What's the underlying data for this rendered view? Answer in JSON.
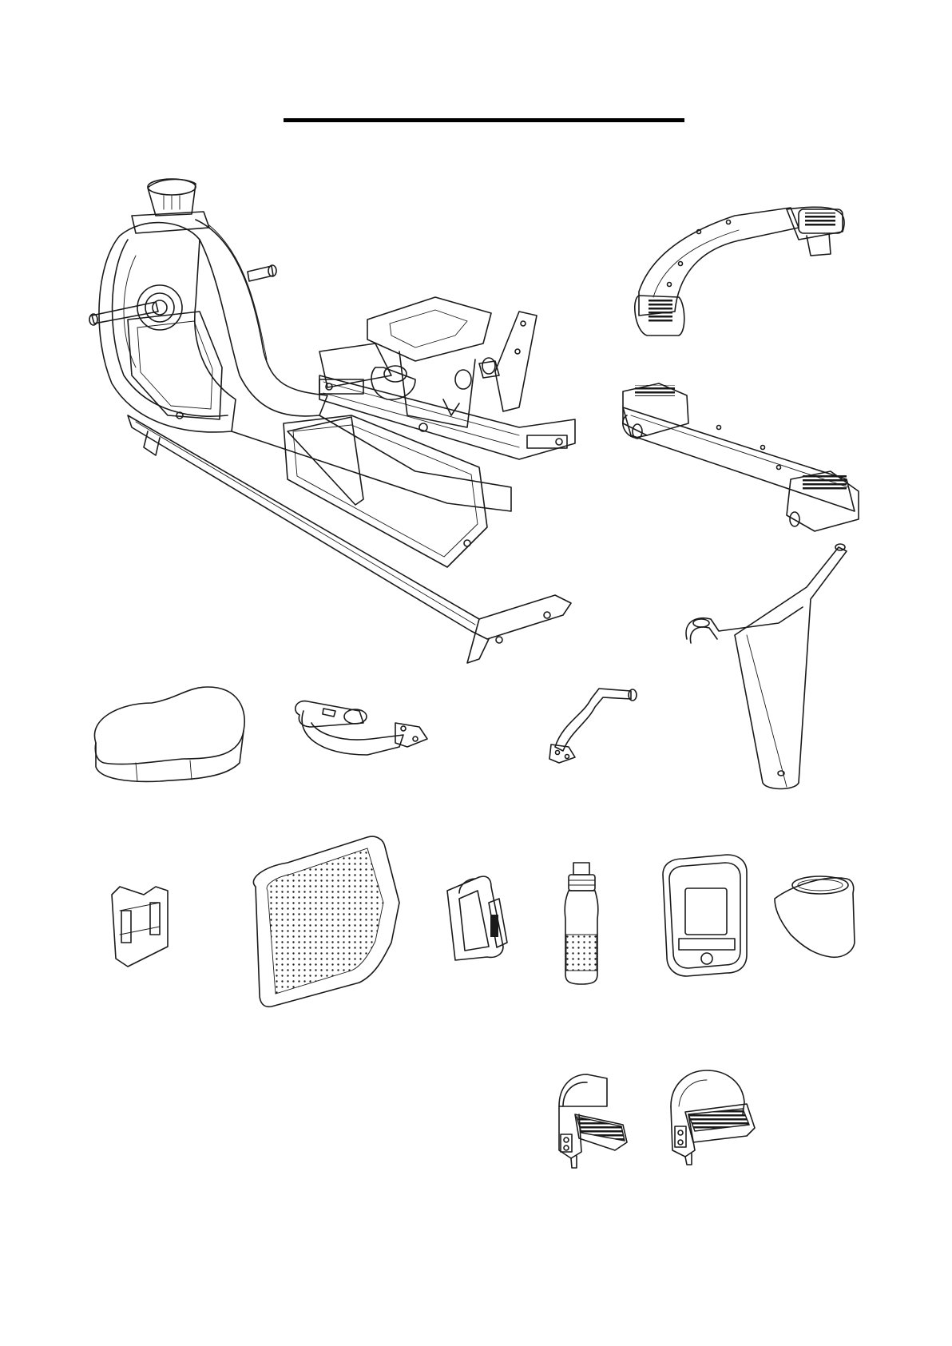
{
  "page": {
    "title": "",
    "background": "#ffffff",
    "line_color": "#1a1a1a"
  },
  "parts": [
    {
      "id": "main-frame",
      "label": ""
    },
    {
      "id": "front-handlebar",
      "label": ""
    },
    {
      "id": "base-stabilizer",
      "label": ""
    },
    {
      "id": "seat-post-assembly",
      "label": ""
    },
    {
      "id": "seat-cushion",
      "label": ""
    },
    {
      "id": "side-handle",
      "label": ""
    },
    {
      "id": "crank-handle",
      "label": ""
    },
    {
      "id": "backrest-bracket",
      "label": ""
    },
    {
      "id": "backrest",
      "label": ""
    },
    {
      "id": "bottle-holder",
      "label": ""
    },
    {
      "id": "water-bottle",
      "label": ""
    },
    {
      "id": "console",
      "label": ""
    },
    {
      "id": "console-mast-cover",
      "label": ""
    },
    {
      "id": "pedal-left",
      "label": ""
    },
    {
      "id": "pedal-right",
      "label": ""
    }
  ]
}
